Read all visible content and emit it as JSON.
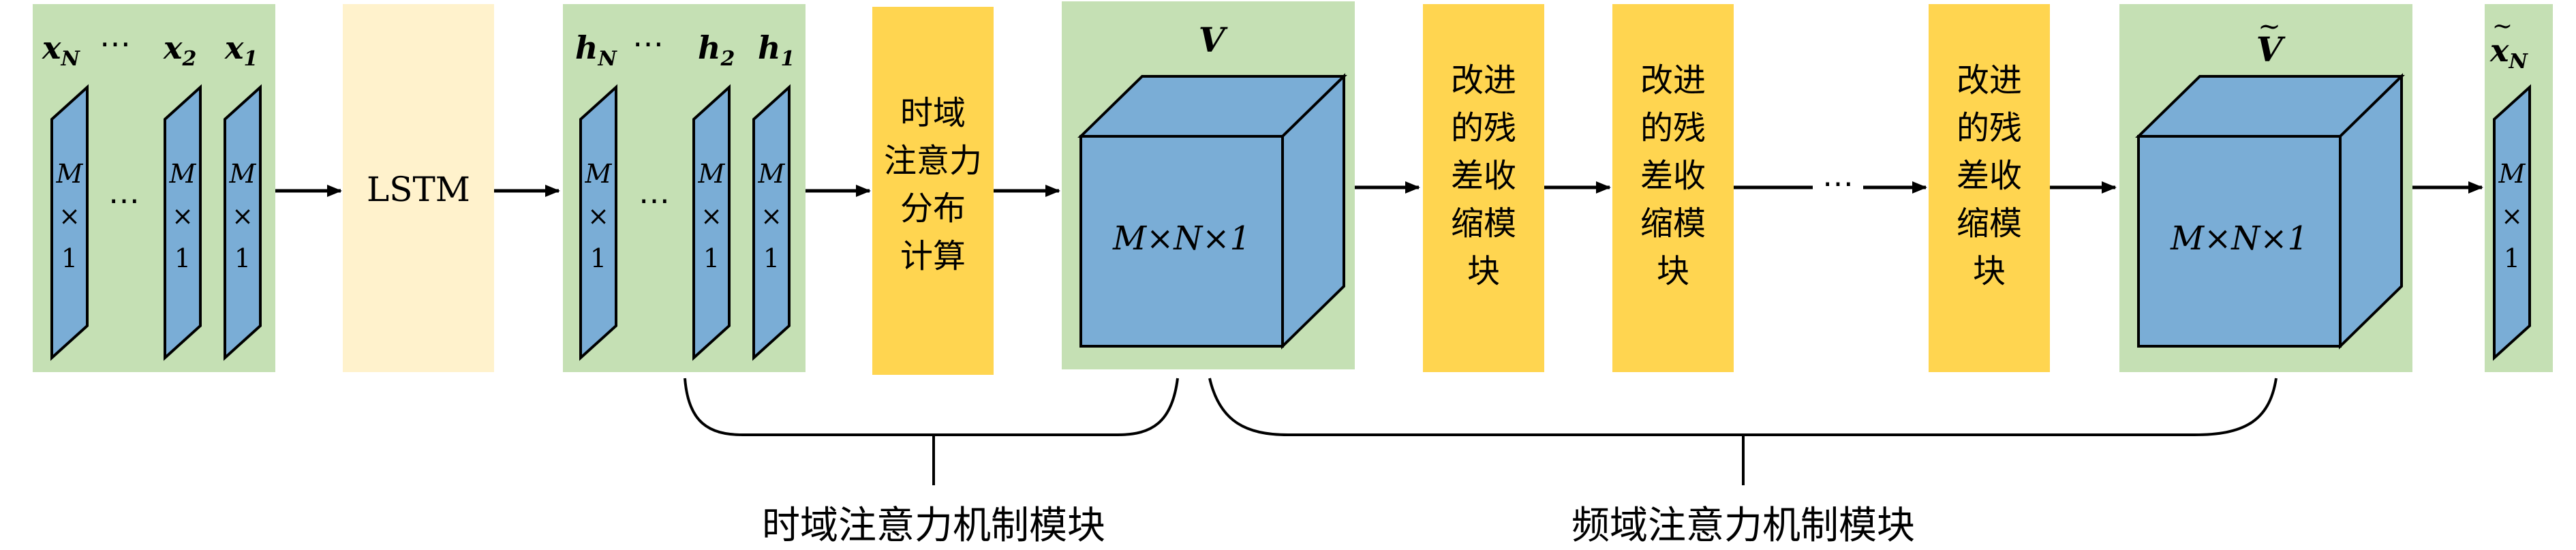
{
  "input": {
    "labels": {
      "xN_base": "x",
      "xN_sub": "N",
      "x2_base": "x",
      "x2_sub": "2",
      "x1_base": "x",
      "x1_sub": "1",
      "dots": "⋯"
    },
    "vec_line1": "M",
    "vec_line2": "×",
    "vec_line3": "1"
  },
  "lstm": {
    "label": "LSTM"
  },
  "hidden": {
    "labels": {
      "hN_base": "h",
      "hN_sub": "N",
      "h2_base": "h",
      "h2_sub": "2",
      "h1_base": "h",
      "h1_sub": "1",
      "dots": "⋯"
    }
  },
  "time_attention_calc": {
    "lines": [
      "时域",
      "注意力",
      "分布",
      "计算"
    ]
  },
  "v_block": {
    "title": "V",
    "cube_label": "M×N×1"
  },
  "residual_block": {
    "lines": [
      "改进",
      "的残",
      "差收",
      "缩模",
      "块"
    ]
  },
  "between_dots": "⋯",
  "v_tilde_block": {
    "title": "V",
    "title_accent": "~",
    "cube_label": "M×N×1"
  },
  "output": {
    "base": "x",
    "sub": "N",
    "accent": "~"
  },
  "braces": {
    "time": "时域注意力机制模块",
    "freq": "频域注意力机制模块"
  },
  "colors": {
    "green_bg": "#c5e0b4",
    "yellow_light": "#fff2cc",
    "yellow": "#ffd550",
    "blue": "#7aadd6",
    "stroke": "#000000"
  }
}
